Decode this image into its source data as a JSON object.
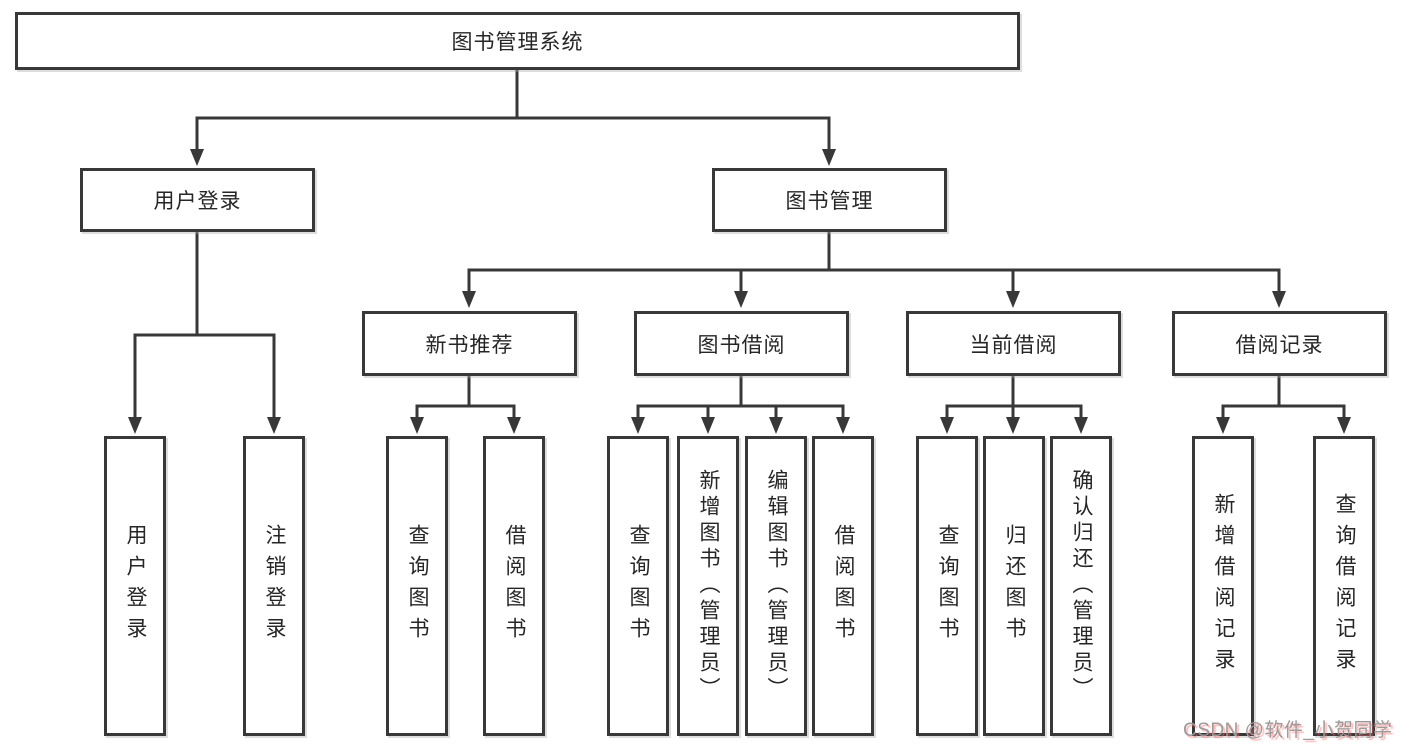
{
  "diagram": {
    "root_label": "图书管理系统",
    "level2": {
      "user_login": "用户登录",
      "book_management": "图书管理"
    },
    "level3": {
      "new_book_recommendation": "新书推荐",
      "book_borrowing": "图书借阅",
      "current_borrowing": "当前借阅",
      "borrowing_records": "借阅记录"
    },
    "level4": {
      "user_login_leaf": "用户登录",
      "logout_login": "注销登录",
      "recommend_query_books": "查询图书",
      "recommend_borrow_books": "借阅图书",
      "borrowing_query_books": "查询图书",
      "borrowing_add_books_admin": "新增图书（管理员）",
      "borrowing_edit_books_admin": "编辑图书（管理员）",
      "borrowing_borrow_books": "借阅图书",
      "current_query_books": "查询图书",
      "current_return_books": "归还图书",
      "current_confirm_return_admin": "确认归还（管理员）",
      "records_add_record": "新增借阅记录",
      "records_query_record": "查询借阅记录"
    }
  },
  "watermark": {
    "text": "CSDN @软件_小贺同学"
  },
  "colors": {
    "line": "#383838",
    "text": "#262626",
    "background": "#ffffff",
    "watermark_text": "#9a9a9a",
    "watermark_shadow": "#ff6464"
  }
}
